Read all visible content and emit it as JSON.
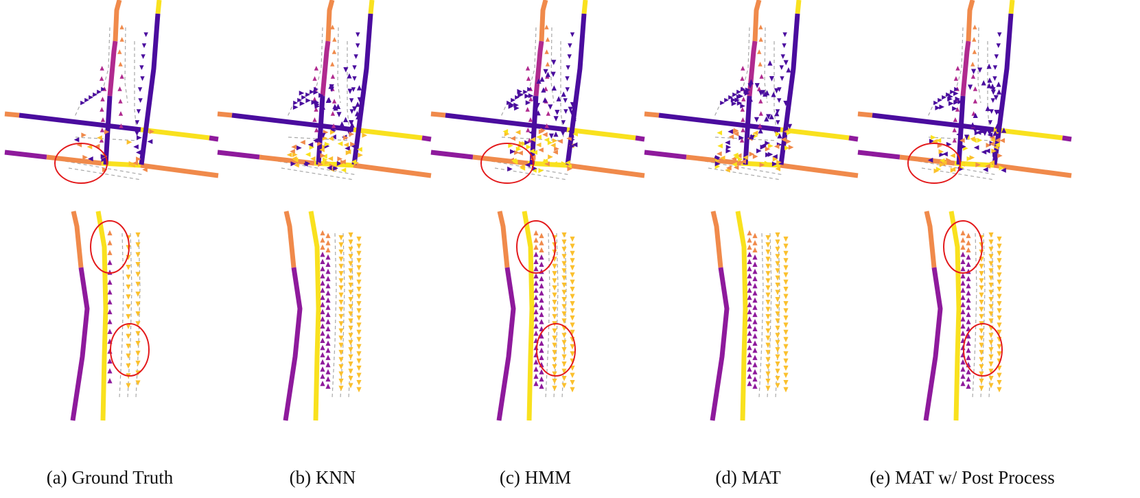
{
  "figure": {
    "captions": [
      "(a) Ground Truth",
      "(b) KNN",
      "(c) HMM",
      "(d) MAT",
      "(e) MAT w/ Post Process"
    ],
    "colors": {
      "dark_purple": "#4a0c9e",
      "purple": "#8e1a9c",
      "magenta": "#b02a8f",
      "orange": "#f08a4b",
      "yellow": "#f9e11e",
      "gold": "#fbc02d",
      "dashed_gray": "#a8a8a8",
      "highlight_red": "#e31a1c"
    },
    "highlight_circles": {
      "top_row": [
        true,
        false,
        true,
        false,
        true
      ],
      "bottom_row_upper": [
        true,
        false,
        true,
        false,
        true
      ],
      "bottom_row_lower": [
        true,
        false,
        true,
        false,
        true
      ]
    }
  }
}
